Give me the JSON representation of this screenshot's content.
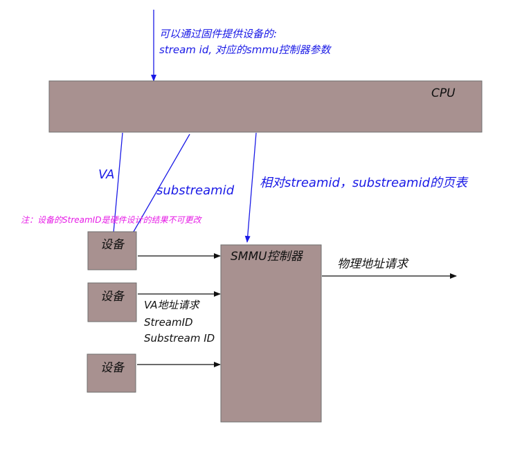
{
  "firmware_note": {
    "line1": "可以通过固件提供设备的:",
    "line2": "stream id, 对应的smmu控制器参数"
  },
  "cpu": {
    "label": "CPU"
  },
  "arrows": {
    "va": "VA",
    "substreamid": "substreamid",
    "pagetable": "相对streamid，substreamid的页表"
  },
  "hw_note": "注：设备的StreamID是硬件设计的结果不可更改",
  "devices": [
    {
      "label": "设备"
    },
    {
      "label": "设备"
    },
    {
      "label": "设备"
    }
  ],
  "smmu": {
    "label": "SMMU控制器"
  },
  "output_label": "物理地址请求",
  "request_info": {
    "line1": "VA地址请求",
    "line2": "StreamID",
    "line3": "Substream ID"
  },
  "colors": {
    "box_fill": "#a89190",
    "blue_text": "#1a1ae6",
    "magenta_text": "#e61ae6"
  }
}
